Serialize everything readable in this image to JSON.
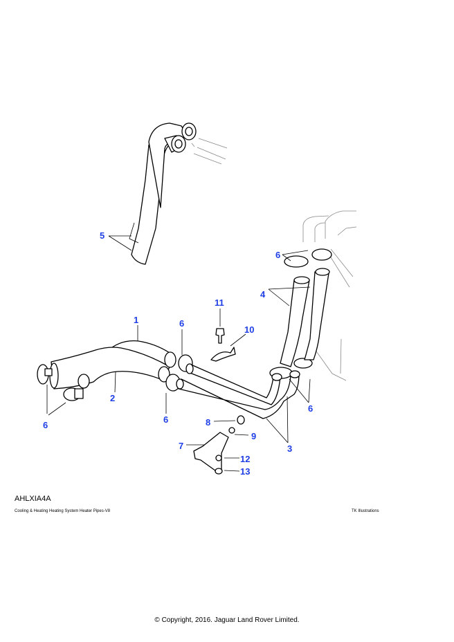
{
  "diagram": {
    "reference_code": "AHLXIA4A",
    "caption": "Cooling & Heating Heating System Heater Pipes-V8",
    "credit": "TK Illustrations",
    "callout_color": "#1f3fe6",
    "callouts": [
      "1",
      "2",
      "3",
      "4",
      "5",
      "6",
      "6",
      "6",
      "6",
      "6",
      "7",
      "8",
      "9",
      "10",
      "11",
      "12",
      "13"
    ]
  },
  "footer": {
    "copyright": "© Copyright, 2016. Jaguar Land Rover Limited."
  }
}
